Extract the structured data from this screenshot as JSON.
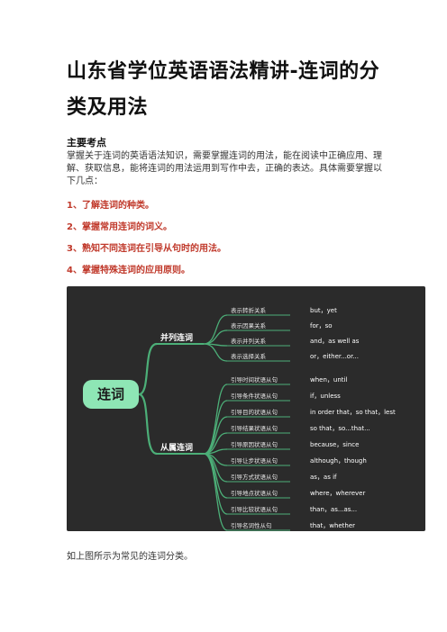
{
  "doc": {
    "title": "山东省学位英语语法精讲-连词的分类及用法",
    "section_head": "主要考点",
    "intro": "掌握关于连词的英语语法知识，需要掌握连词的用法，能在阅读中正确应用、理解、获取信息，能将连词的用法运用到写作中去，正确的表达。具体需要掌握以下几点：",
    "points": [
      "1、了解连词的种类。",
      "2、掌握常用连词的词义。",
      "3、熟知不同连词在引导从句时的用法。",
      "4、掌握特殊连词的应用原则。"
    ],
    "caption": "如上图所示为常见的连词分类。"
  },
  "mindmap": {
    "root": "连词",
    "colors": {
      "bg": "#2b2b2b",
      "branch": "#4caf78",
      "root_fill": "#8ee6b5",
      "text": "#ffffff"
    },
    "branches": [
      {
        "label": "并列连词",
        "items": [
          {
            "kind": "表示转折关系",
            "words": "but，yet"
          },
          {
            "kind": "表示因果关系",
            "words": "for，so"
          },
          {
            "kind": "表示并列关系",
            "words": "and，as well as"
          },
          {
            "kind": "表示选择关系",
            "words": "or，either...or..."
          }
        ]
      },
      {
        "label": "从属连词",
        "items": [
          {
            "kind": "引导时间状语从句",
            "words": "when，until"
          },
          {
            "kind": "引导条件状语从句",
            "words": "if，unless"
          },
          {
            "kind": "引导目的状语从句",
            "words": "in order that，so that，lest"
          },
          {
            "kind": "引导结果状语从句",
            "words": "so that，so...that..."
          },
          {
            "kind": "引导原因状语从句",
            "words": "because，since"
          },
          {
            "kind": "引导让步状语从句",
            "words": "although，though"
          },
          {
            "kind": "引导方式状语从句",
            "words": "as，as if"
          },
          {
            "kind": "引导地点状语从句",
            "words": "where，wherever"
          },
          {
            "kind": "引导比较状语从句",
            "words": "than，as...as..."
          },
          {
            "kind": "引导名词性从句",
            "words": "that，whether"
          }
        ]
      }
    ]
  }
}
